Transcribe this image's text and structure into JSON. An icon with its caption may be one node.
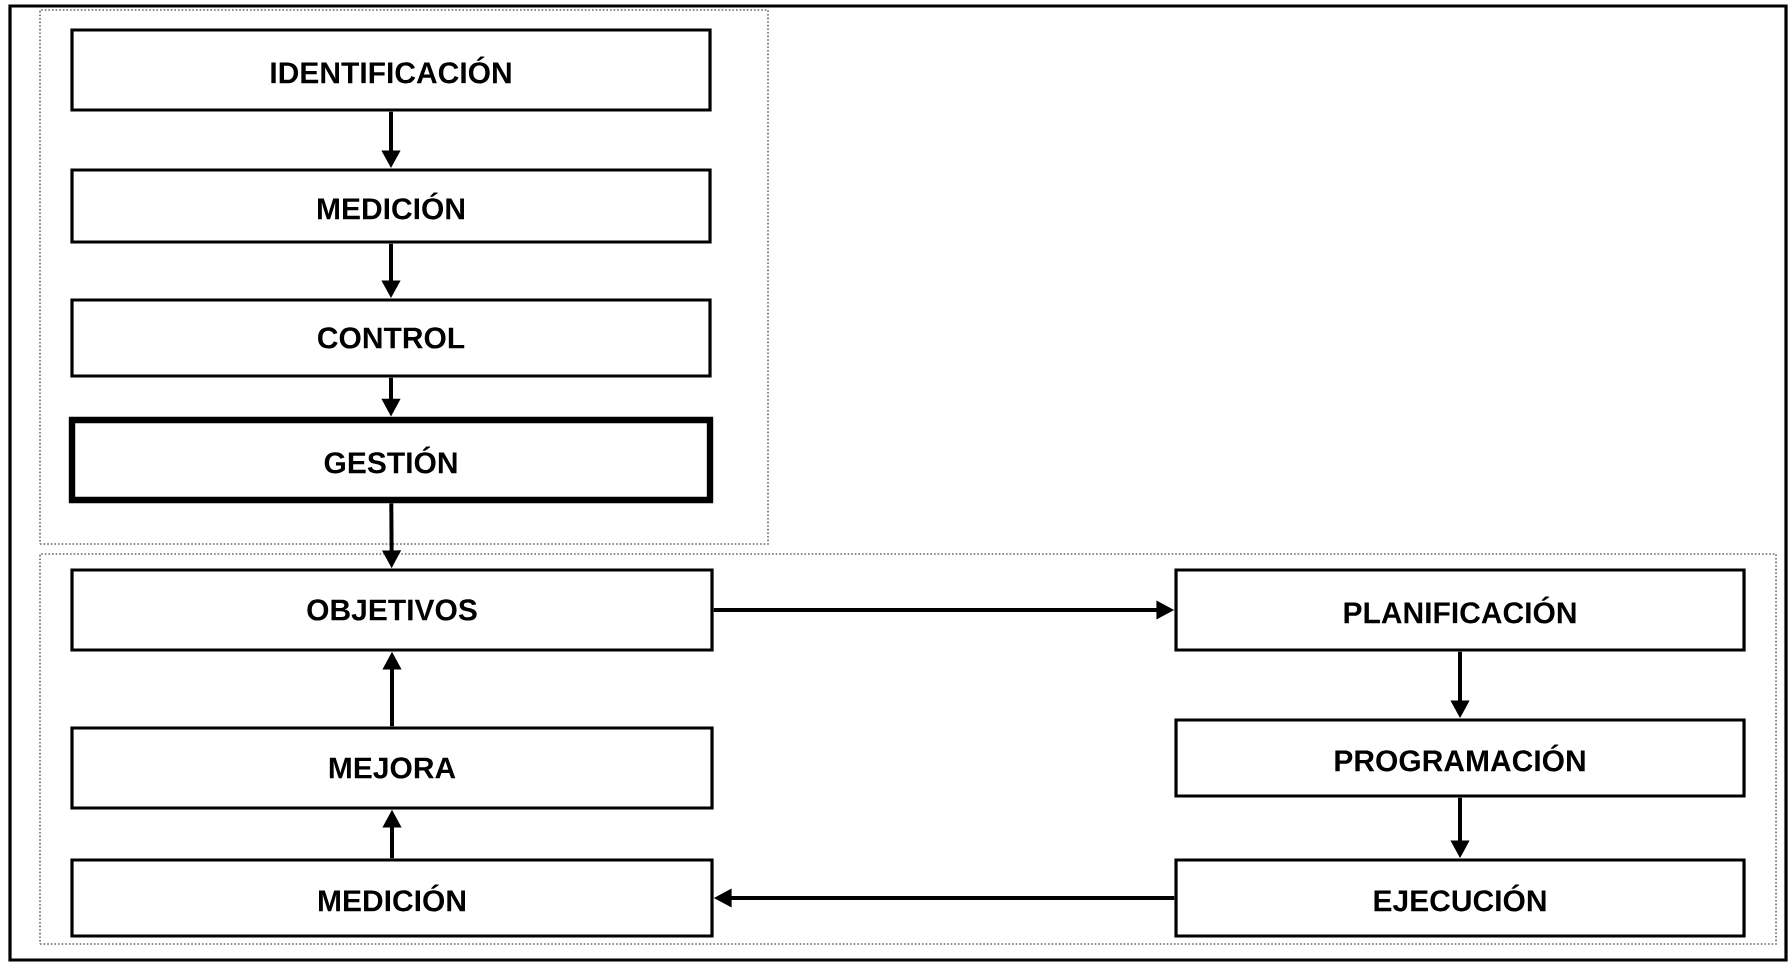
{
  "diagram": {
    "nodes": [
      {
        "text": [],
        "shape": "box"
      },
      {
        "text": [
          "IDENTIFICACIÓN"
        ],
        "in": 0
      },
      {
        "text": [
          "MEDICIÓN"
        ],
        "in": 0
      },
      {
        "text": [
          "CONTROL"
        ],
        "in": 0
      },
      {
        "text": [
          "GESTIÓN"
        ],
        "in": 0
      },
      {
        "text": [],
        "shape": "box"
      },
      {
        "text": [
          "OBJETIVOS"
        ],
        "in": 5
      },
      {
        "text": [
          "PLANIFICACIÓN"
        ],
        "in": 5
      },
      {
        "text": [
          "PROGRAMACIÓN"
        ],
        "in": 5
      },
      {
        "text": [
          "EJECUCIÓN"
        ],
        "in": 5
      },
      {
        "text": [
          "MEDICIÓN"
        ],
        "in": 5
      },
      {
        "text": [
          "MEJORA"
        ],
        "in": 5
      }
    ],
    "edges": [
      {
        "from": 1,
        "to": 2,
        "arrow": "to"
      },
      {
        "from": 2,
        "to": 3,
        "arrow": "to"
      },
      {
        "from": 3,
        "to": 4,
        "arrow": "to"
      },
      {
        "from": 4,
        "to": 6,
        "arrow": "to"
      },
      {
        "from": 6,
        "to": 7,
        "arrow": "to"
      },
      {
        "from": 7,
        "to": 8,
        "arrow": "to"
      },
      {
        "from": 8,
        "to": 9,
        "arrow": "to"
      },
      {
        "from": 9,
        "to": 10,
        "arrow": "to"
      },
      {
        "from": 10,
        "to": 11,
        "arrow": "to"
      },
      {
        "from": 11,
        "to": 6,
        "arrow": "to"
      }
    ]
  }
}
